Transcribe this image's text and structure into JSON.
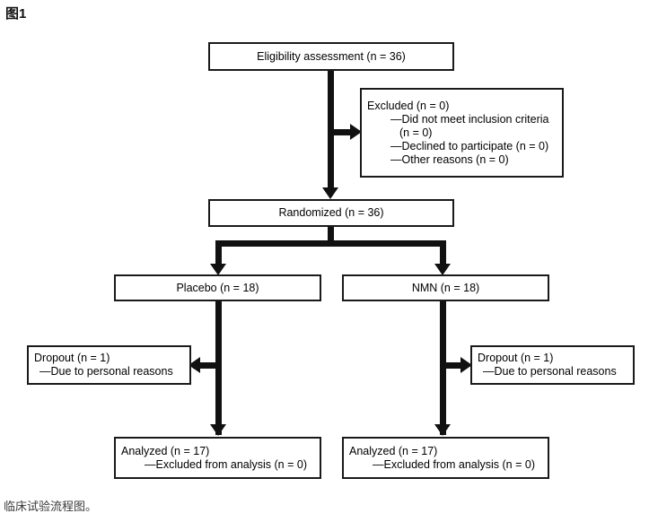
{
  "figure": {
    "label": "图1",
    "caption": "临床试验流程图。"
  },
  "chart_data": {
    "type": "flowchart",
    "title": "临床试验流程图。",
    "nodes": [
      {
        "id": "eligibility",
        "lines": [
          "Eligibility assessment (n = 36)"
        ]
      },
      {
        "id": "excluded",
        "lines": [
          "Excluded (n = 0)",
          "—Did not meet inclusion criteria",
          "(n = 0)",
          "—Declined to participate (n = 0)",
          "—Other reasons (n = 0)"
        ]
      },
      {
        "id": "randomized",
        "lines": [
          "Randomized (n = 36)"
        ]
      },
      {
        "id": "placebo",
        "lines": [
          "Placebo (n = 18)"
        ]
      },
      {
        "id": "nmn",
        "lines": [
          "NMN (n = 18)"
        ]
      },
      {
        "id": "dropout-placebo",
        "lines": [
          "Dropout (n = 1)",
          "—Due to personal reasons"
        ]
      },
      {
        "id": "dropout-nmn",
        "lines": [
          "Dropout (n = 1)",
          "—Due to personal reasons"
        ]
      },
      {
        "id": "analyzed-placebo",
        "lines": [
          "Analyzed (n = 17)",
          "—Excluded from analysis (n = 0)"
        ]
      },
      {
        "id": "analyzed-nmn",
        "lines": [
          "Analyzed (n = 17)",
          "—Excluded from analysis (n = 0)"
        ]
      }
    ],
    "edges": [
      {
        "from": "eligibility",
        "to": "excluded",
        "direction": "right"
      },
      {
        "from": "eligibility",
        "to": "randomized",
        "direction": "down"
      },
      {
        "from": "randomized",
        "to": "placebo",
        "direction": "down"
      },
      {
        "from": "randomized",
        "to": "nmn",
        "direction": "down"
      },
      {
        "from": "placebo",
        "to": "dropout-placebo",
        "direction": "left"
      },
      {
        "from": "placebo",
        "to": "analyzed-placebo",
        "direction": "down"
      },
      {
        "from": "nmn",
        "to": "dropout-nmn",
        "direction": "right"
      },
      {
        "from": "nmn",
        "to": "analyzed-nmn",
        "direction": "down"
      }
    ]
  },
  "nodes": {
    "eligibility": {
      "line1": "Eligibility assessment (n = 36)"
    },
    "excluded": {
      "line1": "Excluded (n = 0)",
      "line2": "—Did not meet inclusion criteria",
      "line3": "(n = 0)",
      "line4": "—Declined to participate (n = 0)",
      "line5": "—Other reasons (n = 0)"
    },
    "randomized": {
      "line1": "Randomized (n = 36)"
    },
    "placebo": {
      "line1": "Placebo (n = 18)"
    },
    "nmn": {
      "line1": "NMN (n = 18)"
    },
    "dropout_placebo": {
      "line1": "Dropout (n = 1)",
      "line2": "—Due to personal reasons"
    },
    "dropout_nmn": {
      "line1": "Dropout (n = 1)",
      "line2": "—Due to personal reasons"
    },
    "analyzed_placebo": {
      "line1": "Analyzed (n = 17)",
      "line2": "—Excluded from analysis (n = 0)"
    },
    "analyzed_nmn": {
      "line1": "Analyzed (n = 17)",
      "line2": "—Excluded from analysis (n = 0)"
    }
  },
  "colors": {
    "stroke": "#111111",
    "background": "#ffffff",
    "text": "#000000",
    "caption_text": "#3a3a3a"
  }
}
